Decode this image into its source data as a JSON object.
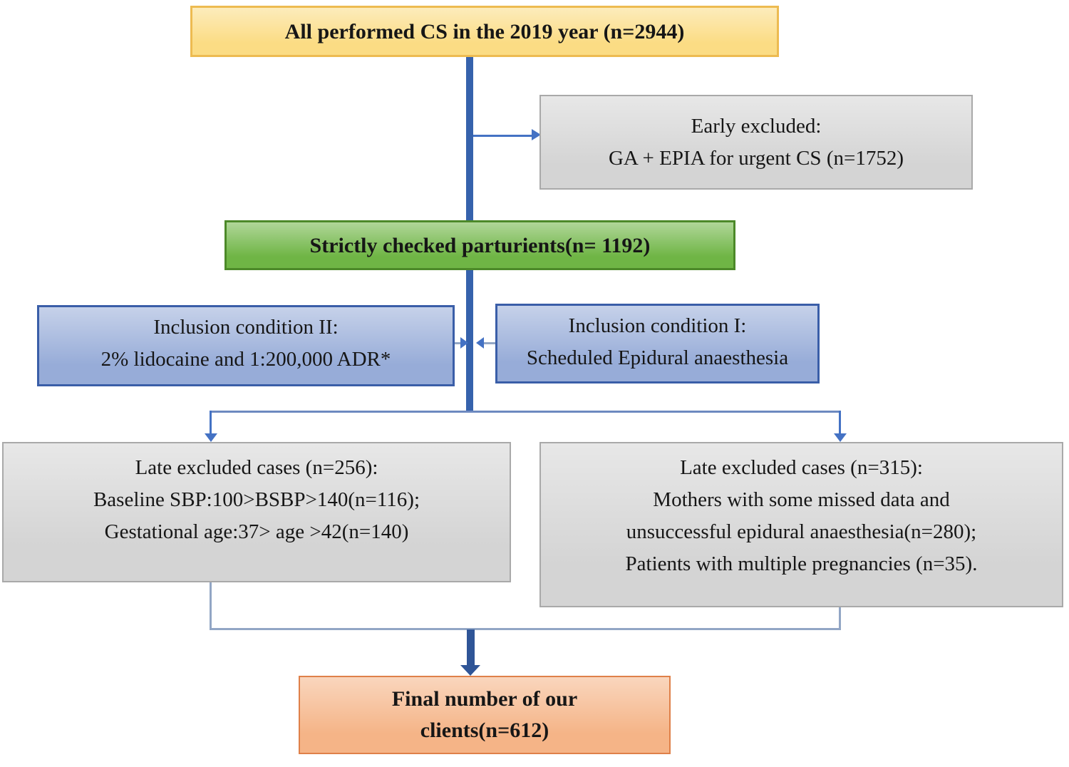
{
  "flowchart": {
    "nodes": {
      "all_cs": {
        "lines": [
          "All performed CS in the 2019 year (n=2944)"
        ]
      },
      "early_excluded": {
        "lines": [
          "Early excluded:",
          "GA + EPIA for urgent CS (n=1752)"
        ]
      },
      "strictly_checked": {
        "lines": [
          "Strictly checked parturients(n= 1192)"
        ]
      },
      "inclusion_condition_2": {
        "lines": [
          "Inclusion condition II:",
          "2% lidocaine and 1:200,000 ADR*"
        ]
      },
      "inclusion_condition_1": {
        "lines": [
          "Inclusion condition I:",
          "Scheduled Epidural anaesthesia"
        ]
      },
      "late_excluded_left": {
        "lines": [
          "Late excluded cases (n=256):",
          "Baseline SBP:100>BSBP>140(n=116);",
          "Gestational age:37> age >42(n=140)"
        ]
      },
      "late_excluded_right": {
        "lines": [
          "Late excluded cases (n=315):",
          "Mothers with some missed data and",
          "unsuccessful epidural anaesthesia(n=280);",
          "Patients with multiple pregnancies (n=35)."
        ]
      },
      "final_clients": {
        "lines": [
          "Final number of our",
          "clients(n=612)"
        ]
      }
    },
    "colors": {
      "all_cs_fill": "#FBDC84",
      "all_cs_border": "#EDBB51",
      "excluded_fill": "#D4D4D4",
      "excluded_border": "#A9A9A9",
      "checked_fill": "#6FB545",
      "checked_border": "#4C8929",
      "inclusion_fill": "#97ACD8",
      "inclusion_border": "#3A5EA8",
      "final_fill": "#F5B487",
      "final_border": "#DF8049",
      "connector_thick": "#3662AC",
      "connector_thin": "#4472C4",
      "connector_mid": "#6D89C0",
      "connector_light": "#92A6C5",
      "connector_final": "#2F5597"
    }
  }
}
